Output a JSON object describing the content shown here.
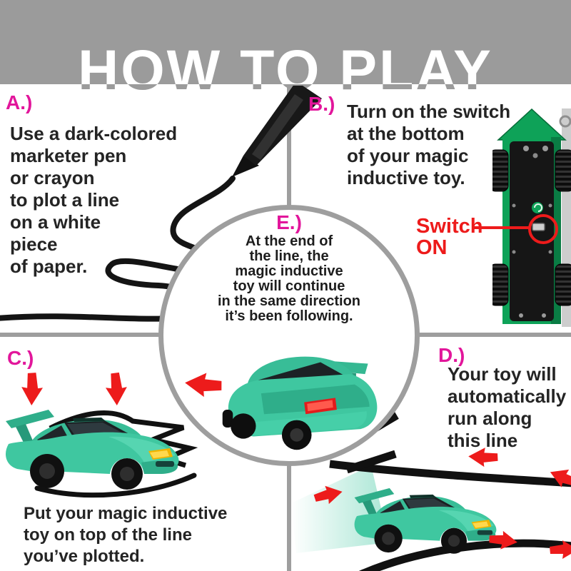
{
  "header": {
    "title": "HOW TO PLAY"
  },
  "colors": {
    "band_gray": "#9b9b9b",
    "divider_gray": "#9e9e9e",
    "label_magenta": "#e2169b",
    "arrow_red": "#ed1b1b",
    "car_teal": "#3fc7a0",
    "toy_green": "#0ea258",
    "text": "#242424"
  },
  "steps": {
    "a": {
      "label": "A.)",
      "lines": [
        "Use a dark-colored",
        "marketer pen",
        "or crayon",
        "to plot a line",
        "on a white",
        "piece",
        "of paper."
      ]
    },
    "b": {
      "label": "B.)",
      "lines": [
        "Turn on the switch",
        "at the bottom",
        "of your magic",
        "inductive toy."
      ],
      "switch_callout": [
        "Switch",
        "ON"
      ]
    },
    "c": {
      "label": "C.)",
      "caption": [
        "Put your magic inductive",
        "toy on top of the line",
        "you’ve plotted."
      ]
    },
    "d": {
      "label": "D.)",
      "lines": [
        "Your toy will",
        "automatically",
        "run along",
        "this line"
      ]
    },
    "e": {
      "label": "E.)",
      "lines": [
        "At the end of",
        "the line, the",
        "magic inductive",
        "toy will continue",
        "in the same direction",
        "it’s been following."
      ]
    }
  },
  "icons": {
    "direction_arrow": "red-direction-arrow",
    "switch_highlight": "red-circle-ring",
    "marker_pen": "black-marker-pen",
    "plotted_line": "black-squiggle-line"
  }
}
